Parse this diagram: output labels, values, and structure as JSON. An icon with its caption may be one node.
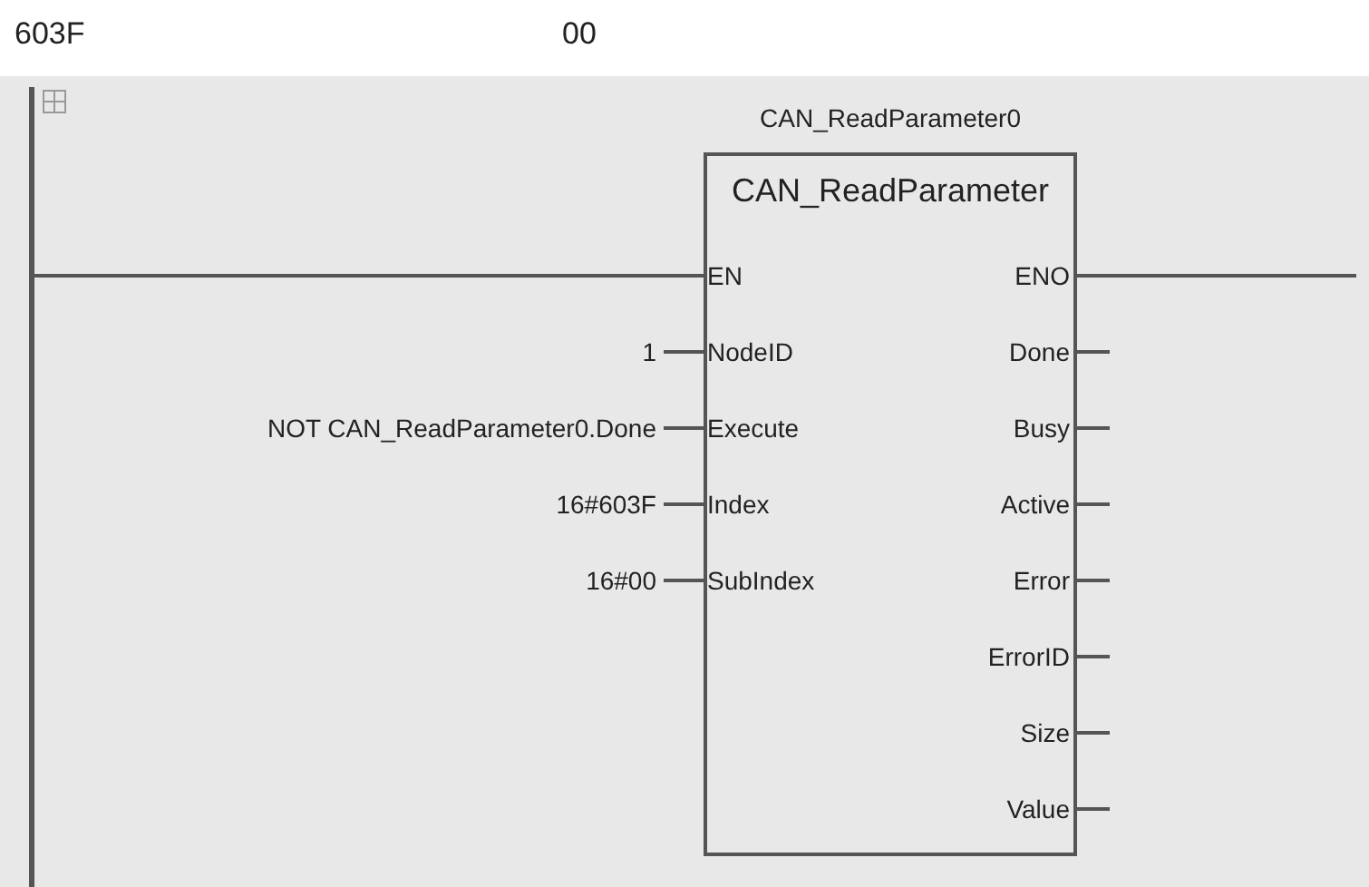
{
  "diagram": {
    "nodes": [
      {
        "text": [
          "CAN_ReadParameter0",
          "CAN_ReadParameter"
        ]
      },
      {
        "text": [
          "EN"
        ],
        "in": 0
      },
      {
        "text": [
          "NodeID"
        ],
        "in": 0
      },
      {
        "text": [
          "Execute"
        ],
        "in": 0
      },
      {
        "text": [
          "Index"
        ],
        "in": 0
      },
      {
        "text": [
          "SubIndex"
        ],
        "in": 0
      },
      {
        "text": [
          "ENO"
        ],
        "in": 0
      },
      {
        "text": [
          "Done"
        ],
        "in": 0
      },
      {
        "text": [
          "Busy"
        ],
        "in": 0
      },
      {
        "text": [
          "Active"
        ],
        "in": 0
      },
      {
        "text": [
          "Error"
        ],
        "in": 0
      },
      {
        "text": [
          "ErrorID"
        ],
        "in": 0
      },
      {
        "text": [
          "Size"
        ],
        "in": 0
      },
      {
        "text": [
          "Value"
        ],
        "in": 0
      },
      {
        "text": [
          "1"
        ]
      },
      {
        "text": [
          "NOT CAN_ReadParameter0.Done"
        ]
      },
      {
        "text": [
          "16#603F"
        ]
      },
      {
        "text": [
          "16#00"
        ]
      },
      {
        "text": [],
        "shape": "bar"
      }
    ],
    "edges": [
      {
        "from": 18,
        "to": 1,
        "arrow": "none"
      },
      {
        "from": 14,
        "to": 2,
        "arrow": "none"
      },
      {
        "from": 15,
        "to": 3,
        "arrow": "none"
      },
      {
        "from": 16,
        "to": 4,
        "arrow": "none"
      },
      {
        "from": 17,
        "to": 5,
        "arrow": "none"
      },
      {
        "from": 6,
        "to": null,
        "arrow": "none"
      },
      {
        "from": 7,
        "to": null,
        "arrow": "none"
      },
      {
        "from": 8,
        "to": null,
        "arrow": "none"
      },
      {
        "from": 9,
        "to": null,
        "arrow": "none"
      },
      {
        "from": 10,
        "to": null,
        "arrow": "none"
      },
      {
        "from": 11,
        "to": null,
        "arrow": "none"
      },
      {
        "from": 12,
        "to": null,
        "arrow": "none"
      },
      {
        "from": 13,
        "to": null,
        "arrow": "none"
      }
    ],
    "labels": [
      "603F",
      "00"
    ]
  }
}
